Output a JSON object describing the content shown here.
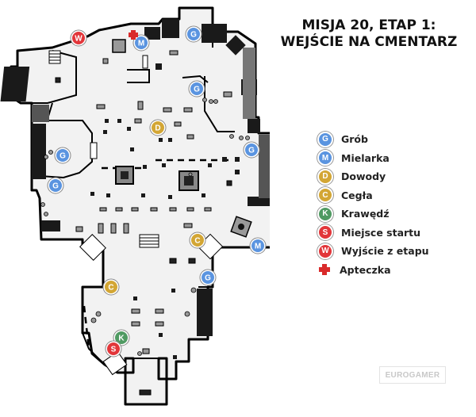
{
  "title": {
    "line1": "MISJA 20, ETAP 1:",
    "line2": "WEJŚCIE NA CMENTARZ"
  },
  "legend": [
    {
      "letter": "G",
      "label": "Grób",
      "color": "#5a94e0"
    },
    {
      "letter": "M",
      "label": "Mielarka",
      "color": "#5a94e0"
    },
    {
      "letter": "D",
      "label": "Dowody",
      "color": "#d3a634"
    },
    {
      "letter": "C",
      "label": "Cegła",
      "color": "#d3a634"
    },
    {
      "letter": "K",
      "label": "Krawędź",
      "color": "#4f9a62"
    },
    {
      "letter": "S",
      "label": "Miejsce startu",
      "color": "#e2363a"
    },
    {
      "letter": "W",
      "label": "Wyjście z etapu",
      "color": "#e2363a"
    },
    {
      "letter": "",
      "label": "Apteczka",
      "color": "#d92b2b",
      "icon": "medkit-cross-icon"
    }
  ],
  "markers": [
    {
      "letter": "W",
      "kind": "exit",
      "color": "#e2363a"
    },
    {
      "letter": "M",
      "kind": "grinder",
      "color": "#5a94e0"
    },
    {
      "letter": "G",
      "kind": "grave",
      "color": "#5a94e0"
    },
    {
      "letter": "G",
      "kind": "grave",
      "color": "#5a94e0"
    },
    {
      "letter": "D",
      "kind": "evidence",
      "color": "#d3a634"
    },
    {
      "letter": "G",
      "kind": "grave",
      "color": "#5a94e0"
    },
    {
      "letter": "G",
      "kind": "grave",
      "color": "#5a94e0"
    },
    {
      "letter": "G",
      "kind": "grave",
      "color": "#5a94e0"
    },
    {
      "letter": "C",
      "kind": "brick",
      "color": "#d3a634"
    },
    {
      "letter": "M",
      "kind": "grinder",
      "color": "#5a94e0"
    },
    {
      "letter": "G",
      "kind": "grave",
      "color": "#5a94e0"
    },
    {
      "letter": "C",
      "kind": "brick",
      "color": "#d3a634"
    },
    {
      "letter": "K",
      "kind": "ledge",
      "color": "#4f9a62"
    },
    {
      "letter": "S",
      "kind": "start",
      "color": "#e2363a"
    }
  ],
  "watermark": "EUROGAMER"
}
